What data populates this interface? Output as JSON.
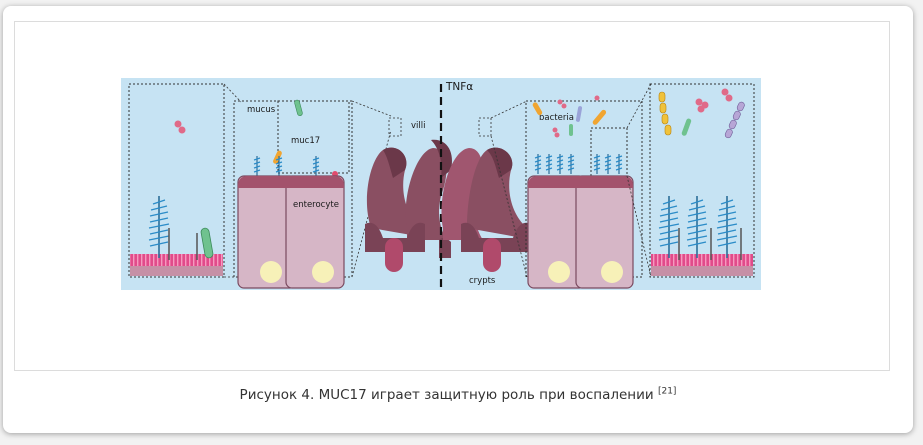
{
  "figure": {
    "labels": {
      "mucus": "mucus",
      "muc17": "muc17",
      "enterocyte": "enterocyte",
      "villi": "villi",
      "tnf": "TNFα",
      "bacteria": "bacteria",
      "crypts": "crypts"
    },
    "colors": {
      "background": "#c6e3f3",
      "cell": "#d6b6c6",
      "cell_border": "#7a4a60",
      "cell_top": "#a3526c",
      "nucleus": "#f7f1b8",
      "membrane": "#e14b8a",
      "mucin": "#2b7fb3",
      "villi": "#8a4f62"
    }
  },
  "caption": {
    "text": "Рисунок 4. MUC17 играет защитную роль при воспалении",
    "ref": "[21]"
  }
}
